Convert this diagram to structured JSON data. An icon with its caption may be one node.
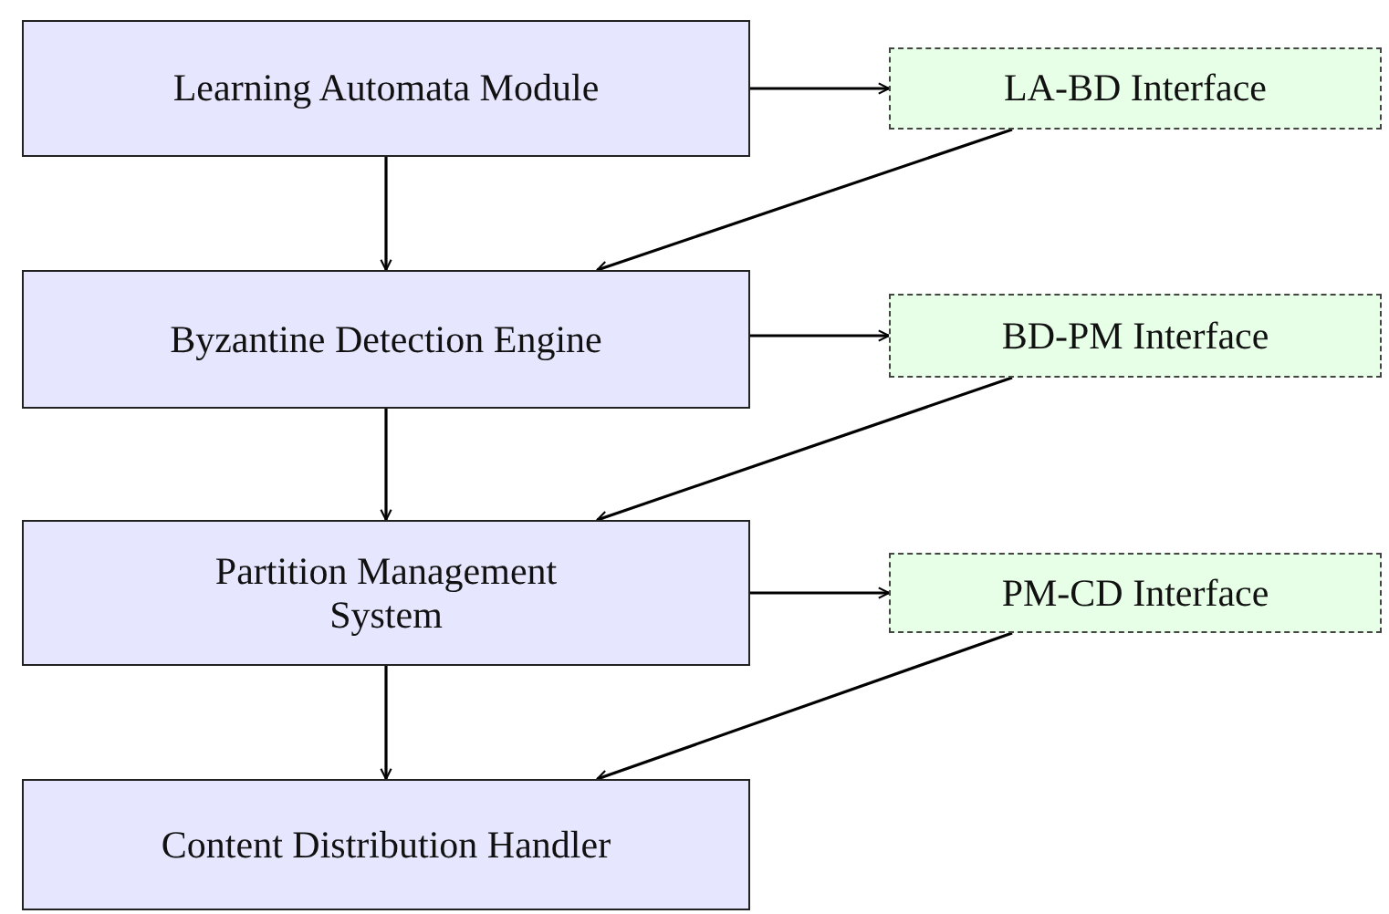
{
  "diagram": {
    "nodes": [
      {
        "text": [
          "Learning Automata Module"
        ]
      },
      {
        "text": [
          "Byzantine Detection Engine"
        ]
      },
      {
        "text": [
          "Partition Management System"
        ]
      },
      {
        "text": [
          "Content Distribution Handler"
        ]
      },
      {
        "text": [
          "LA-BD Interface"
        ]
      },
      {
        "text": [
          "BD-PM Interface"
        ]
      },
      {
        "text": [
          "PM-CD Interface"
        ]
      }
    ],
    "edges": [
      {
        "from": 0,
        "to": 4,
        "arrow": "to"
      },
      {
        "from": 0,
        "to": 1,
        "arrow": "to"
      },
      {
        "from": 4,
        "to": 1,
        "arrow": "to"
      },
      {
        "from": 1,
        "to": 5,
        "arrow": "to"
      },
      {
        "from": 1,
        "to": 2,
        "arrow": "to"
      },
      {
        "from": 5,
        "to": 2,
        "arrow": "to"
      },
      {
        "from": 2,
        "to": 6,
        "arrow": "to"
      },
      {
        "from": 2,
        "to": 3,
        "arrow": "to"
      },
      {
        "from": 6,
        "to": 3,
        "arrow": "to"
      }
    ]
  }
}
